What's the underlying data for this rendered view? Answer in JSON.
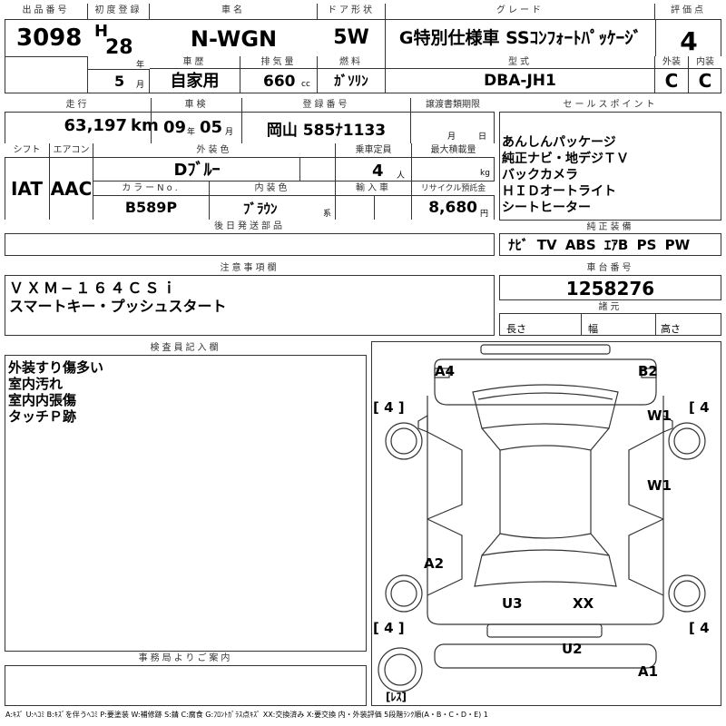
{
  "header": {
    "lot_number_label": "出品番号",
    "lot_number": "3098",
    "first_reg_label": "初度登録",
    "era_letter": "H",
    "year": "28",
    "year_unit": "年",
    "month": "5",
    "month_unit": "月",
    "car_name_label": "車名",
    "car_name": "N-WGN",
    "door_label": "ドア形状",
    "door": "5W",
    "grade_label": "グレード",
    "grade": "G特別仕様車 SSｺﾝﾌｫｰﾄﾊﾟｯｹｰｼﾞ",
    "score_label": "評価点",
    "score": "4",
    "history_label": "車歴",
    "history": "自家用",
    "displacement_label": "排気量",
    "displacement": "660",
    "displacement_unit": "cc",
    "fuel_label": "燃料",
    "fuel": "ｶﾞｿﾘﾝ",
    "model_label": "型式",
    "model": "DBA-JH1",
    "exterior_label": "外装",
    "exterior_grade": "C",
    "interior_label": "内装",
    "interior_grade": "C"
  },
  "row2": {
    "mileage_label": "走行",
    "mileage": "63,197",
    "mileage_unit": "km",
    "inspection_label": "車検",
    "insp_year": "09",
    "insp_year_unit": "年",
    "insp_month": "05",
    "insp_month_unit": "月",
    "reg_no_label": "登録番号",
    "reg_no": "岡山 585ﾅ1133",
    "transfer_label": "譲渡書類期限",
    "transfer_month_unit": "月",
    "transfer_day_unit": "日",
    "shift_label": "シフト",
    "shift": "IAT",
    "ac_label": "エアコン",
    "ac": "AAC",
    "ext_color_label": "外装色",
    "ext_color": "Dﾌﾞﾙｰ",
    "capacity_label": "乗車定員",
    "capacity": "4",
    "capacity_unit": "人",
    "max_load_label": "最大積載量",
    "max_load_unit": "kg",
    "color_no_label": "カラーNo.",
    "color_no": "B589P",
    "int_color_label": "内装色",
    "int_color": "ﾌﾞﾗｳﾝ",
    "int_color_unit": "系",
    "import_label": "輸入車",
    "recycle_label": "リサイクル預託金",
    "recycle": "8,680",
    "recycle_unit": "円",
    "later_parts_label": "後日発送部品"
  },
  "sales": {
    "label": "セールスポイント",
    "lines": [
      "あんしんパッケージ",
      "純正ナビ・地デジＴＶ",
      "バックカメラ",
      "ＨＩＤオートライト",
      "シートヒーター"
    ]
  },
  "equipment": {
    "label": "純正装備",
    "items": [
      "ﾅﾋﾞ",
      "TV",
      "ABS",
      "ｴｱB",
      "PS",
      "PW"
    ]
  },
  "notes": {
    "label": "注意事項欄",
    "lines": [
      "ＶＸＭ−１６４ＣＳｉ",
      "スマートキー・プッシュスタート"
    ]
  },
  "chassis": {
    "label": "車台番号",
    "value": "1258276"
  },
  "dims": {
    "label": "諸元",
    "length_label": "長さ",
    "width_label": "幅",
    "height_label": "高さ"
  },
  "inspector": {
    "label": "検査員記入欄",
    "lines": [
      "外装すり傷多い",
      "室内汚れ",
      "室内内張傷",
      "タッチＰ跡"
    ]
  },
  "office": {
    "label": "事務局よりご案内"
  },
  "diagram": {
    "marks": {
      "a4": "A4",
      "b2": "B2",
      "w1_top": "W1",
      "w1_mid": "W1",
      "a2": "A2",
      "u3": "U3",
      "xx": "XX",
      "u2": "U2",
      "a1": "A1"
    },
    "tires": {
      "front_left": "4",
      "front_right": "4",
      "rear_left": "4",
      "rear_right": "4"
    },
    "spare": "ﾚｽ"
  },
  "legend": "A:ｷｽﾞ U:ﾍｺﾐ B:ｷｽﾞを伴うﾍｺﾐ P:要塗装 W:補修跡 S:錆 C:腐食 G:ﾌﾛﾝﾄｶﾞﾗｽ点ｷｽﾞ XX:交換済み X:要交換 内・外装評価 5段階ﾗﾝｸ順(A・B・C・D・E) 1"
}
